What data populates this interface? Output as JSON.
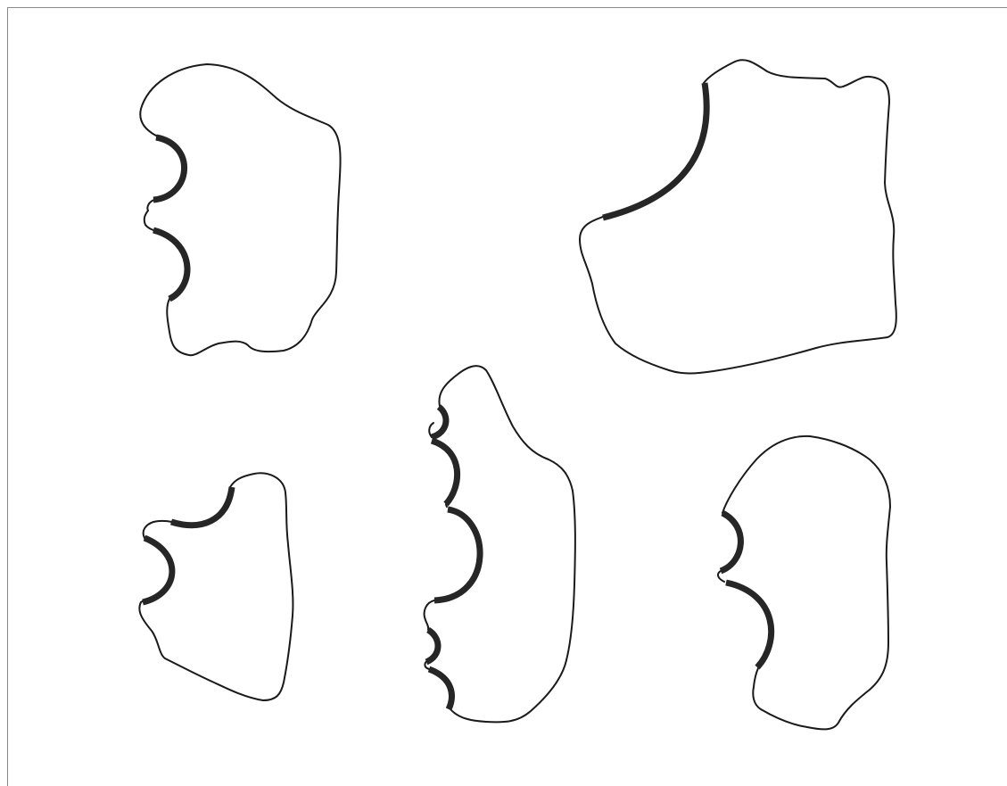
{
  "colors": {
    "background": "#ffffff",
    "outline": "#1a1a1a",
    "scallop": "#262626",
    "frame": "#8a8a8a"
  },
  "figure": {
    "shape_count": 5,
    "shapes": [
      {
        "name": "shape-top-left",
        "marked_arcs": 2
      },
      {
        "name": "shape-top-right",
        "marked_arcs": 1
      },
      {
        "name": "shape-bottom-left",
        "marked_arcs": 2
      },
      {
        "name": "shape-bottom-center",
        "marked_arcs": 5
      },
      {
        "name": "shape-bottom-right",
        "marked_arcs": 2
      }
    ]
  }
}
